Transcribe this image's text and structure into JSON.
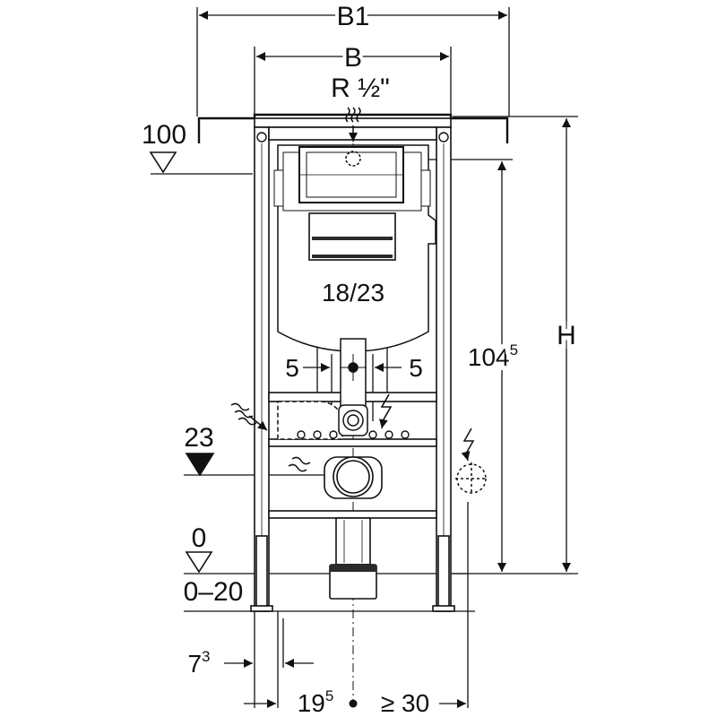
{
  "diagram": {
    "labels": {
      "b1": "B1",
      "b": "B",
      "r_thread": "R ½\"",
      "level_100": "100",
      "h": "H",
      "height_104": "104",
      "height_104_sup": "5",
      "spacing_18_23": "18/23",
      "offset_left_5": "5",
      "offset_right_5": "5",
      "level_23": "23",
      "level_0": "0",
      "range_0_20": "0–20",
      "dist_7": "7",
      "dist_7_sup": "3",
      "dist_19": "19",
      "dist_19_sup": "5",
      "dist_30": "≥ 30"
    },
    "colors": {
      "line": "#111111",
      "fill": "#ffffff",
      "panel_dark": "#2a2a2a"
    }
  }
}
